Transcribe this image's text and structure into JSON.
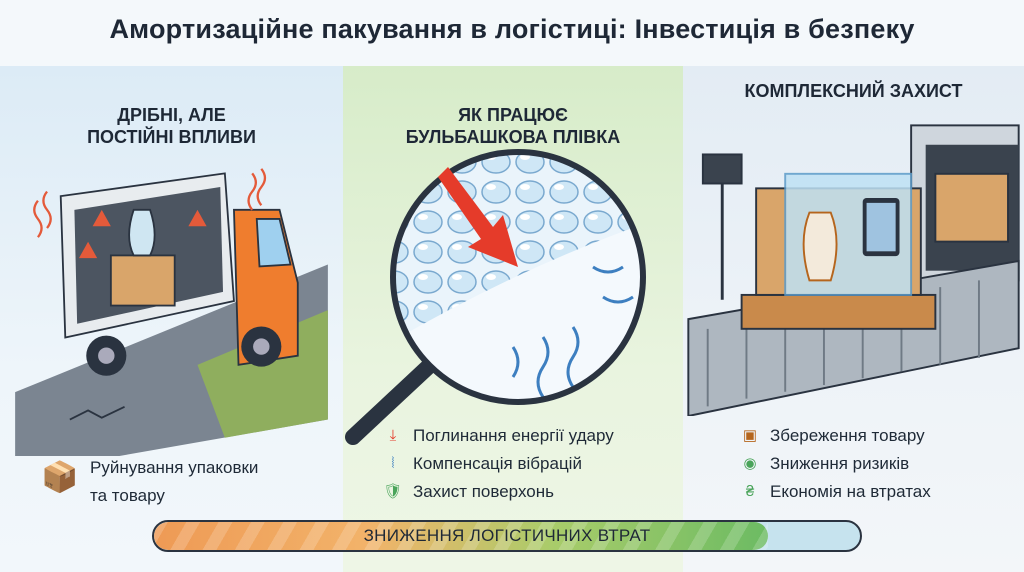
{
  "title": "Амортизаційне пакування в логістиці: Інвестиція в безпеку",
  "columns": [
    {
      "heading": [
        "ДРІБНІ, АЛЕ",
        "ПОСТІЙНІ ВПЛИВИ"
      ],
      "items": [
        {
          "icon": "broken-box-icon",
          "label": [
            "Руйнування упаковки",
            "та товару"
          ]
        }
      ]
    },
    {
      "heading": [
        "ЯК ПРАЦЮЄ",
        "БУЛЬБАШКОВА ПЛІВКА"
      ],
      "items": [
        {
          "icon": "impact-arrow-icon",
          "label": "Поглинання енергії удару"
        },
        {
          "icon": "vibration-icon",
          "label": "Компенсація вібрацій"
        },
        {
          "icon": "shield-check-icon",
          "label": "Захист поверхонь"
        }
      ]
    },
    {
      "heading": [
        "КОМПЛЕКСНИЙ ЗАХИСТ"
      ],
      "items": [
        {
          "icon": "box-icon",
          "label": "Збереження товару"
        },
        {
          "icon": "hand-coin-icon",
          "label": "Зниження ризиків"
        },
        {
          "icon": "money-bag-icon",
          "label": "Економія на втратах"
        }
      ]
    }
  ],
  "progress": {
    "label": "ЗНИЖЕННЯ ЛОГІСТИЧНИХ ВТРАТ",
    "fraction": 0.87
  }
}
